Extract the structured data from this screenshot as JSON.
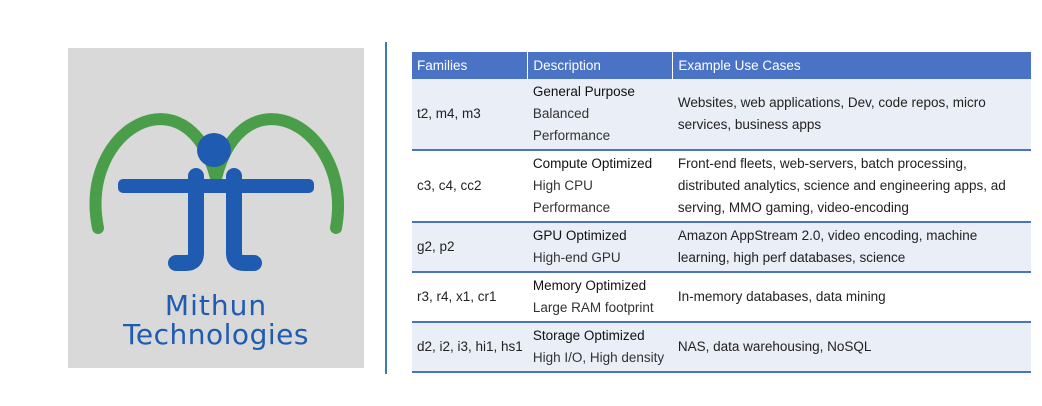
{
  "logo": {
    "line1": "Mithun",
    "line2": "Technologies"
  },
  "colors": {
    "header_bg": "#4a72c5",
    "logo_green": "#4a9e4a",
    "logo_blue": "#1f5bb1",
    "divider": "#3d7ea6"
  },
  "table": {
    "headers": [
      "Families",
      "Description",
      "Example Use Cases"
    ],
    "rows": [
      {
        "families": "t2, m4, m3",
        "title": "General Purpose",
        "subtitle": "Balanced Performance",
        "use_cases": "Websites, web applications, Dev, code repos, micro services, business apps"
      },
      {
        "families": "c3, c4, cc2",
        "title": "Compute Optimized",
        "subtitle": "High CPU Performance",
        "use_cases": "Front-end fleets, web-servers, batch processing, distributed analytics, science and engineering apps, ad serving, MMO gaming, video-encoding"
      },
      {
        "families": "g2, p2",
        "title": "GPU Optimized",
        "subtitle": "High-end GPU",
        "use_cases": "Amazon AppStream 2.0, video encoding, machine learning, high perf databases, science"
      },
      {
        "families": "r3, r4, x1, cr1",
        "title": "Memory Optimized",
        "subtitle": "Large RAM footprint",
        "use_cases": "In-memory databases, data mining"
      },
      {
        "families": "d2, i2, i3, hi1, hs1",
        "title": "Storage Optimized",
        "subtitle": "High I/O, High density",
        "use_cases": "NAS, data warehousing, NoSQL"
      }
    ]
  }
}
